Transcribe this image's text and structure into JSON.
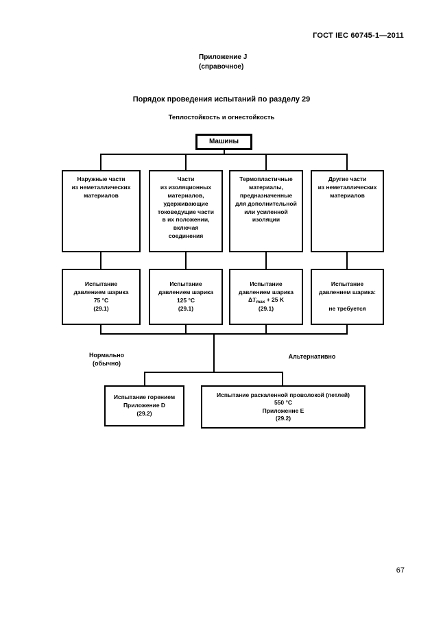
{
  "page": {
    "header": "ГОСТ IEC 60745-1—2011",
    "annex_line1": "Приложение J",
    "annex_line2": "(справочное)",
    "title": "Порядок проведения испытаний по разделу 29",
    "subtitle": "Теплостойкость и огнестойкость",
    "page_number": "67"
  },
  "flowchart": {
    "root": "Машины",
    "branch1": {
      "lines": [
        "Наружные части",
        "из неметаллических",
        "материалов"
      ]
    },
    "branch2": {
      "lines": [
        "Части",
        "из изоляционных",
        "материалов,",
        "удерживающие",
        "токоведущие части",
        "в их положении,",
        "включая",
        "соединения"
      ]
    },
    "branch3": {
      "lines": [
        "Термопластичные",
        "материалы,",
        "предназначенные",
        "для дополнительной",
        "или усиленной",
        "изоляции"
      ]
    },
    "branch4": {
      "lines": [
        "Другие части",
        "из неметаллических",
        "материалов"
      ]
    },
    "test1": {
      "lines": [
        "Испытание",
        "давлением шарика",
        "75 °C",
        "(29.1)"
      ]
    },
    "test2": {
      "lines": [
        "Испытание",
        "давлением шарика",
        "125 °C",
        "(29.1)"
      ]
    },
    "test3": {
      "line1": "Испытание",
      "line2": "давлением шарика",
      "formula_delta": "Δ",
      "formula_T": "T",
      "formula_sub": "max",
      "formula_rest": " + 25 K",
      "line4": "(29.1)"
    },
    "test4": {
      "line1": "Испытание",
      "line2": "давлением шарика:",
      "line3": "не требуется"
    },
    "label_normal_1": "Нормально",
    "label_normal_2": "(обычно)",
    "label_alt": "Альтернативно",
    "bottom_left": {
      "lines": [
        "Испытание горением",
        "Приложение D",
        "(29.2)"
      ]
    },
    "bottom_right": {
      "lines": [
        "Испытание раскаленной проволокой (петлей)",
        "550 °C",
        "Приложение E",
        "(29.2)"
      ]
    }
  },
  "colors": {
    "line": "#000000",
    "background": "#ffffff",
    "text": "#000000"
  }
}
